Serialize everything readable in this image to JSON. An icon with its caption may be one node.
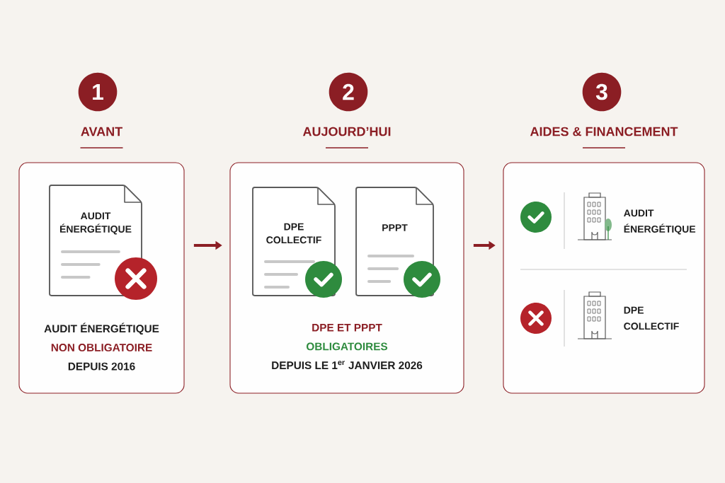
{
  "diagram": {
    "nodes": [
      {
        "text": [
          "1"
        ]
      },
      {
        "text": [
          "AVANT",
          "AUDIT ÉNERGÉTIQUE",
          "NON OBLIGATOIRE",
          "DEPUIS 2016"
        ]
      },
      {
        "text": [
          "AUDIT ÉNERGÉTIQUE"
        ],
        "in": 1
      },
      {
        "text": [
          "2"
        ]
      },
      {
        "text": [
          "AUJOURD’HUI",
          "DPE ET PPPT",
          "OBLIGATOIRES",
          "DEPUIS LE 1$^{er}$ JANVIER 2026"
        ]
      },
      {
        "text": [
          "DPE COLLECTIF"
        ],
        "in": 4
      },
      {
        "text": [
          "PPPT"
        ],
        "in": 4
      },
      {
        "text": [
          "3"
        ]
      },
      {
        "text": [
          "AIDES & FINANCEMENT"
        ]
      }
    ],
    "edges": [
      {
        "from": 1,
        "to": 4,
        "arrow": "to"
      },
      {
        "from": 4,
        "to": 8,
        "arrow": "to"
      }
    ],
    "labels": [
      "AUDIT ÉNERGÉTIQUE",
      "DPE COLLECTIF"
    ]
  }
}
